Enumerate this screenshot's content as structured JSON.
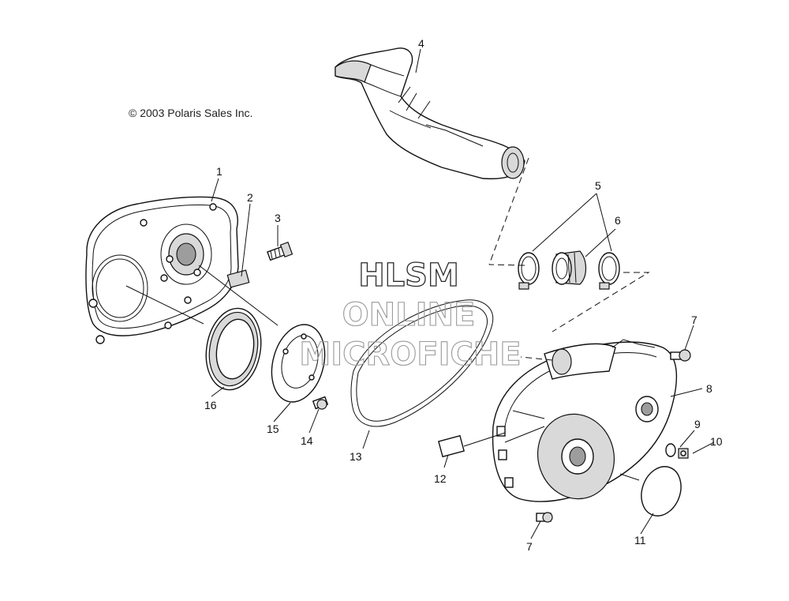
{
  "copyright": "© 2003 Polaris Sales Inc.",
  "watermark": {
    "line1": "HLSM",
    "line2": "ONLINE",
    "line3": "MICROFICHE"
  },
  "callouts": {
    "c1": "1",
    "c2": "2",
    "c3": "3",
    "c4": "4",
    "c5": "5",
    "c6": "6",
    "c7a": "7",
    "c7b": "7",
    "c8": "8",
    "c9": "9",
    "c10": "10",
    "c11": "11",
    "c12": "12",
    "c13": "13",
    "c14": "14",
    "c15": "15",
    "c16": "16"
  }
}
